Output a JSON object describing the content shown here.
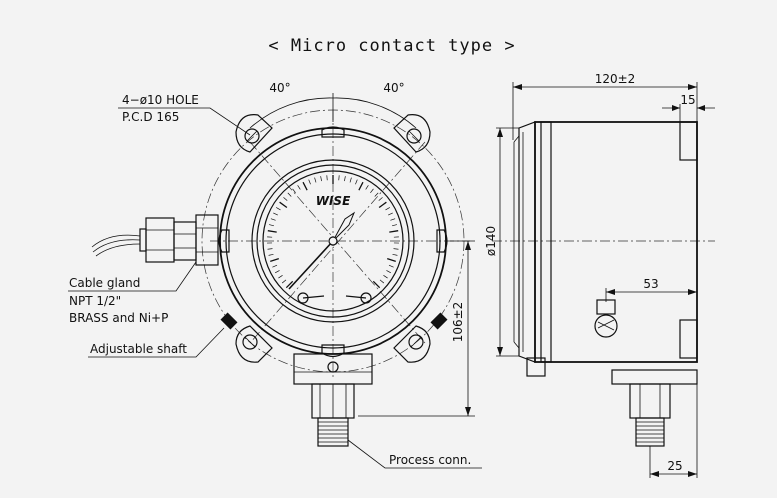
{
  "title": "< Micro contact type >",
  "front_view": {
    "angle_left": "40°",
    "angle_right": "40°",
    "hole_callout_line1": "4−ø10 HOLE",
    "hole_callout_line2": "P.C.D 165",
    "brand": "WISE",
    "cable_gland_line1": "Cable gland",
    "cable_gland_line2": "NPT 1/2\"",
    "cable_gland_line3": "BRASS and Ni+P",
    "adjustable_shaft": "Adjustable shaft",
    "process_conn": "Process conn.",
    "dim_height": "106±2"
  },
  "side_view": {
    "dim_total_length": "120±2",
    "dim_flange": "15",
    "dim_diameter": "ø140",
    "dim_53": "53",
    "dim_25": "25"
  }
}
